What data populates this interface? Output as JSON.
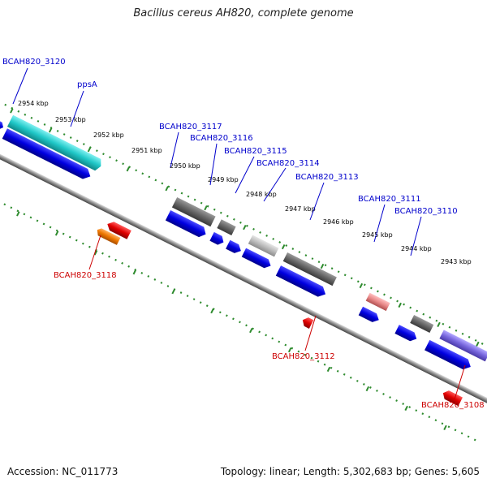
{
  "title": "Bacillus cereus AH820, complete genome",
  "footer": {
    "accession": "Accession: NC_011773",
    "summary": "Topology: linear; Length: 5,302,683 bp; Genes: 5,605"
  },
  "colors": {
    "backbone": "#8a8a8a",
    "ruler": "#2e8b2e",
    "cds_blue": "#0000e0",
    "cyan": "#20c8c8",
    "gray": "#666666",
    "light_gray": "#b8b8b8",
    "red": "#e00000",
    "orange": "#ee7700",
    "pink": "#e88888",
    "purple": "#7766dd",
    "label_top": "#0000cc",
    "label_bottom": "#cc0000"
  },
  "scale": {
    "unit": "kbp",
    "labels": [
      "2954 kbp",
      "2953 kbp",
      "2952 kbp",
      "2951 kbp",
      "2950 kbp",
      "2949 kbp",
      "2948 kbp",
      "2947 kbp",
      "2946 kbp",
      "2945 kbp",
      "2944 kbp",
      "2943 kbp"
    ]
  },
  "genes_top": [
    {
      "name": "BCAH820_3120"
    },
    {
      "name": "ppsA"
    },
    {
      "name": "BCAH820_3117"
    },
    {
      "name": "BCAH820_3116"
    },
    {
      "name": "BCAH820_3115"
    },
    {
      "name": "BCAH820_3114"
    },
    {
      "name": "BCAH820_3113"
    },
    {
      "name": "BCAH820_3111"
    },
    {
      "name": "BCAH820_3110"
    }
  ],
  "genes_bottom": [
    {
      "name": "BCAH820_3118"
    },
    {
      "name": "BCAH820_3112"
    },
    {
      "name": "BCAH820_3108"
    }
  ]
}
